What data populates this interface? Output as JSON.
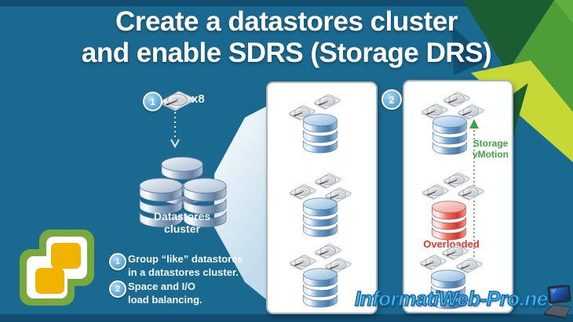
{
  "title": {
    "line1": "Create a datastores cluster",
    "line2": "and enable SDRS (Storage DRS)"
  },
  "steps": {
    "step1_badge": "1",
    "disk_count_label": "x8",
    "cluster_label": {
      "line1": "Datastores",
      "line2": "cluster"
    }
  },
  "notes": [
    {
      "num": "1",
      "line1": "Group “like” datastores",
      "line2": "in a datastores cluster."
    },
    {
      "num": "2",
      "line1": "Space and I/O",
      "line2": "load balancing."
    }
  ],
  "panel2": {
    "badge": "2",
    "storage_vmotion": {
      "line1": "Storage",
      "line2": "vMotion"
    },
    "overloaded": "Overloaded"
  },
  "watermark": {
    "text": "InformatiWeb-Pro.net"
  },
  "icons": {
    "hdd": "hard-disk-icon",
    "datastore": "datastore-cylinder-icon",
    "overloaded_datastore": "overloaded-datastore-cylinder-icon",
    "down_arrow": "dotted-down-arrow-icon",
    "up_arrow": "storage-vmotion-up-arrow-icon",
    "logo": "vsphere-logo",
    "laptop": "laptop-icon"
  },
  "colors": {
    "background": "#1A6990",
    "edge_band_dark": "#124C70",
    "corner_dark_green": "#1B5C33",
    "corner_green": "#4F9D36",
    "corner_lime": "#C6D835",
    "badge_blue": "#57A3D2",
    "vmotion_green": "#3FA344",
    "overloaded_red": "#E8332A",
    "watermark_blue": "#41BDF0",
    "logo_green": "#79A93D",
    "logo_yellow": "#F1B300"
  }
}
